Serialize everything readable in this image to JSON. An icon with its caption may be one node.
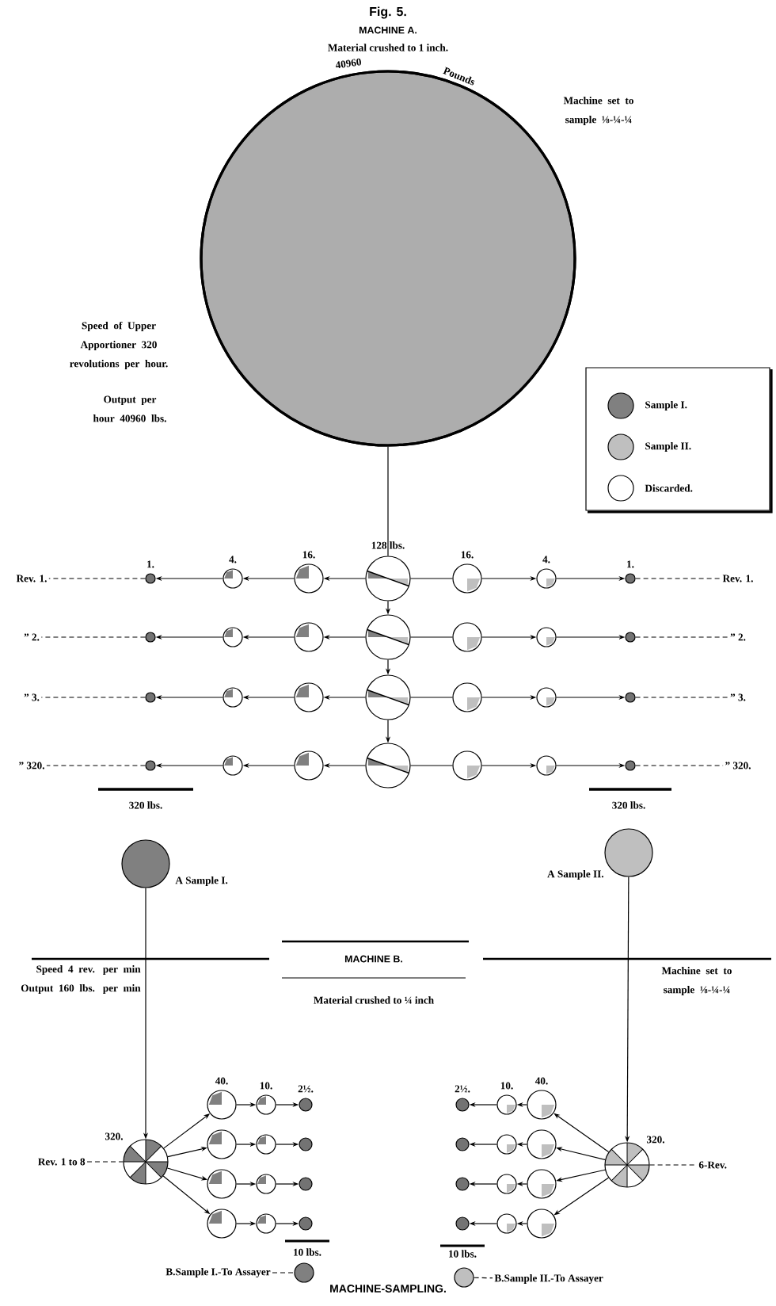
{
  "diagram": {
    "title": "Fig. 5.",
    "caption": "MACHINE-SAMPLING.",
    "nodes": [
      {
        "text": [],
        "shape": "circle",
        "beside": [
          "40960",
          "Pounds"
        ]
      },
      {
        "text": [
          "Rev. 1."
        ]
      },
      {
        "text": [],
        "shape": "circle",
        "beside": [
          "1."
        ]
      },
      {
        "text": [],
        "shape": "circle",
        "beside": [
          "4."
        ]
      },
      {
        "text": [],
        "shape": "circle",
        "beside": [
          "16."
        ]
      },
      {
        "text": [],
        "shape": "circle",
        "beside": [
          "128 lbs."
        ]
      },
      {
        "text": [],
        "shape": "circle",
        "beside": [
          "16."
        ]
      },
      {
        "text": [],
        "shape": "circle",
        "beside": [
          "4."
        ]
      },
      {
        "text": [],
        "shape": "circle",
        "beside": [
          "1."
        ]
      },
      {
        "text": [
          "Rev. 1."
        ]
      },
      {
        "text": [
          "” 2."
        ]
      },
      {
        "text": [],
        "shape": "circle"
      },
      {
        "text": [],
        "shape": "circle"
      },
      {
        "text": [],
        "shape": "circle"
      },
      {
        "text": [],
        "shape": "circle"
      },
      {
        "text": [],
        "shape": "circle"
      },
      {
        "text": [],
        "shape": "circle"
      },
      {
        "text": [],
        "shape": "circle"
      },
      {
        "text": [
          "” 2."
        ]
      },
      {
        "text": [
          "” 3."
        ]
      },
      {
        "text": [],
        "shape": "circle"
      },
      {
        "text": [],
        "shape": "circle"
      },
      {
        "text": [],
        "shape": "circle"
      },
      {
        "text": [],
        "shape": "circle"
      },
      {
        "text": [],
        "shape": "circle"
      },
      {
        "text": [],
        "shape": "circle"
      },
      {
        "text": [],
        "shape": "circle"
      },
      {
        "text": [
          "” 3."
        ]
      },
      {
        "text": [
          "” 320."
        ]
      },
      {
        "text": [],
        "shape": "circle"
      },
      {
        "text": [],
        "shape": "circle"
      },
      {
        "text": [],
        "shape": "circle"
      },
      {
        "text": [],
        "shape": "circle"
      },
      {
        "text": [],
        "shape": "circle"
      },
      {
        "text": [],
        "shape": "circle"
      },
      {
        "text": [],
        "shape": "circle"
      },
      {
        "text": [
          "” 320."
        ]
      },
      {
        "text": [],
        "shape": "circle",
        "beside": [
          "A Sample I."
        ]
      },
      {
        "text": [],
        "shape": "circle",
        "beside": [
          "A Sample II."
        ]
      },
      {
        "text": [
          "Rev. 1 to 8"
        ]
      },
      {
        "text": [],
        "shape": "circle",
        "beside": [
          "320."
        ]
      },
      {
        "text": [],
        "shape": "circle",
        "beside": [
          "40."
        ]
      },
      {
        "text": [],
        "shape": "circle",
        "beside": [
          "10."
        ]
      },
      {
        "text": [],
        "shape": "circle",
        "beside": [
          "2½."
        ]
      },
      {
        "text": [],
        "shape": "circle"
      },
      {
        "text": [],
        "shape": "circle"
      },
      {
        "text": [],
        "shape": "circle"
      },
      {
        "text": [],
        "shape": "circle"
      },
      {
        "text": [],
        "shape": "circle"
      },
      {
        "text": [],
        "shape": "circle"
      },
      {
        "text": [],
        "shape": "circle"
      },
      {
        "text": [],
        "shape": "circle"
      },
      {
        "text": [],
        "shape": "circle"
      },
      {
        "text": [
          "B.Sample I.-To Assayer"
        ]
      },
      {
        "text": [],
        "shape": "circle"
      },
      {
        "text": [],
        "shape": "circle",
        "beside": [
          "320."
        ]
      },
      {
        "text": [
          "6-Rev."
        ]
      },
      {
        "text": [],
        "shape": "circle",
        "beside": [
          "2½."
        ]
      },
      {
        "text": [],
        "shape": "circle",
        "beside": [
          "10."
        ]
      },
      {
        "text": [],
        "shape": "circle",
        "beside": [
          "40."
        ]
      },
      {
        "text": [],
        "shape": "circle"
      },
      {
        "text": [],
        "shape": "circle"
      },
      {
        "text": [],
        "shape": "circle"
      },
      {
        "text": [],
        "shape": "circle"
      },
      {
        "text": [],
        "shape": "circle"
      },
      {
        "text": [],
        "shape": "circle"
      },
      {
        "text": [],
        "shape": "circle"
      },
      {
        "text": [],
        "shape": "circle"
      },
      {
        "text": [],
        "shape": "circle"
      },
      {
        "text": [],
        "shape": "circle"
      },
      {
        "text": [
          "B.Sample II.-To Assayer"
        ]
      }
    ],
    "edges": [
      {
        "from": 0,
        "to": 5,
        "arrow": "none"
      },
      {
        "from": 5,
        "to": 14,
        "arrow": "to"
      },
      {
        "from": 14,
        "to": 23,
        "arrow": "to"
      },
      {
        "from": 23,
        "to": 32,
        "arrow": "to"
      },
      {
        "from": 5,
        "to": 4,
        "arrow": "to"
      },
      {
        "from": 4,
        "to": 3,
        "arrow": "to"
      },
      {
        "from": 3,
        "to": 2,
        "arrow": "to"
      },
      {
        "from": 2,
        "to": 1,
        "arrow": "none",
        "style": "dashed"
      },
      {
        "from": 5,
        "to": 6,
        "arrow": "none"
      },
      {
        "from": 6,
        "to": 7,
        "arrow": "to"
      },
      {
        "from": 7,
        "to": 8,
        "arrow": "to"
      },
      {
        "from": 8,
        "to": 9,
        "arrow": "none",
        "style": "dashed"
      },
      {
        "from": 14,
        "to": 13,
        "arrow": "to"
      },
      {
        "from": 13,
        "to": 12,
        "arrow": "to"
      },
      {
        "from": 12,
        "to": 11,
        "arrow": "to"
      },
      {
        "from": 11,
        "to": 10,
        "arrow": "none",
        "style": "dashed"
      },
      {
        "from": 14,
        "to": 15,
        "arrow": "none"
      },
      {
        "from": 15,
        "to": 16,
        "arrow": "to"
      },
      {
        "from": 16,
        "to": 17,
        "arrow": "to"
      },
      {
        "from": 17,
        "to": 18,
        "arrow": "none",
        "style": "dashed"
      },
      {
        "from": 23,
        "to": 22,
        "arrow": "to"
      },
      {
        "from": 22,
        "to": 21,
        "arrow": "to"
      },
      {
        "from": 21,
        "to": 20,
        "arrow": "to"
      },
      {
        "from": 20,
        "to": 19,
        "arrow": "none",
        "style": "dashed"
      },
      {
        "from": 23,
        "to": 24,
        "arrow": "none"
      },
      {
        "from": 24,
        "to": 25,
        "arrow": "to"
      },
      {
        "from": 25,
        "to": 26,
        "arrow": "to"
      },
      {
        "from": 26,
        "to": 27,
        "arrow": "none",
        "style": "dashed"
      },
      {
        "from": 32,
        "to": 31,
        "arrow": "to"
      },
      {
        "from": 31,
        "to": 30,
        "arrow": "to"
      },
      {
        "from": 30,
        "to": 29,
        "arrow": "to"
      },
      {
        "from": 29,
        "to": 28,
        "arrow": "none",
        "style": "dashed"
      },
      {
        "from": 32,
        "to": 33,
        "arrow": "none"
      },
      {
        "from": 33,
        "to": 34,
        "arrow": "to"
      },
      {
        "from": 34,
        "to": 35,
        "arrow": "to"
      },
      {
        "from": 35,
        "to": 36,
        "arrow": "none",
        "style": "dashed"
      },
      {
        "from": 37,
        "to": 40,
        "arrow": "to"
      },
      {
        "from": 38,
        "to": 55,
        "arrow": "to"
      },
      {
        "from": 39,
        "to": 40,
        "arrow": "none",
        "style": "dashed"
      },
      {
        "from": 40,
        "to": 41,
        "arrow": "to"
      },
      {
        "from": 41,
        "to": 42,
        "arrow": "to"
      },
      {
        "from": 42,
        "to": 43,
        "arrow": "to"
      },
      {
        "from": 40,
        "to": 44,
        "arrow": "to"
      },
      {
        "from": 44,
        "to": 45,
        "arrow": "to"
      },
      {
        "from": 45,
        "to": 46,
        "arrow": "to"
      },
      {
        "from": 40,
        "to": 47,
        "arrow": "to"
      },
      {
        "from": 47,
        "to": 48,
        "arrow": "to"
      },
      {
        "from": 48,
        "to": 49,
        "arrow": "to"
      },
      {
        "from": 40,
        "to": 50,
        "arrow": "to"
      },
      {
        "from": 50,
        "to": 51,
        "arrow": "to"
      },
      {
        "from": 51,
        "to": 52,
        "arrow": "to"
      },
      {
        "from": 53,
        "to": 54,
        "arrow": "none",
        "style": "dashed"
      },
      {
        "from": 55,
        "to": 56,
        "arrow": "none",
        "style": "dashed"
      },
      {
        "from": 55,
        "to": 59,
        "arrow": "to"
      },
      {
        "from": 59,
        "to": 58,
        "arrow": "to"
      },
      {
        "from": 58,
        "to": 57,
        "arrow": "to"
      },
      {
        "from": 55,
        "to": 62,
        "arrow": "to"
      },
      {
        "from": 62,
        "to": 61,
        "arrow": "to"
      },
      {
        "from": 61,
        "to": 60,
        "arrow": "to"
      },
      {
        "from": 55,
        "to": 65,
        "arrow": "to"
      },
      {
        "from": 65,
        "to": 64,
        "arrow": "to"
      },
      {
        "from": 64,
        "to": 63,
        "arrow": "to"
      },
      {
        "from": 55,
        "to": 68,
        "arrow": "to"
      },
      {
        "from": 68,
        "to": 67,
        "arrow": "to"
      },
      {
        "from": 67,
        "to": 66,
        "arrow": "to"
      },
      {
        "from": 69,
        "to": 70,
        "arrow": "none",
        "style": "dashed"
      }
    ],
    "labels": [
      "MACHINE A.",
      "Material crushed to 1 inch.",
      "Machine set to sample ⅛-¼-¼",
      "Speed of Upper Apportioner 320 revolutions per hour.",
      "Output per hour 40960 lbs.",
      "320 lbs.",
      "320 lbs.",
      "Speed 4 rev. per min Output 160 lbs. per min",
      "MACHINE B.",
      "Machine set to sample ⅛-¼-¼",
      "Material crushed to ¼ inch",
      "10 lbs.",
      "10 lbs."
    ],
    "legend": [
      {
        "text": "Sample I."
      },
      {
        "text": "Sample II."
      },
      {
        "text": "Discarded."
      }
    ]
  }
}
